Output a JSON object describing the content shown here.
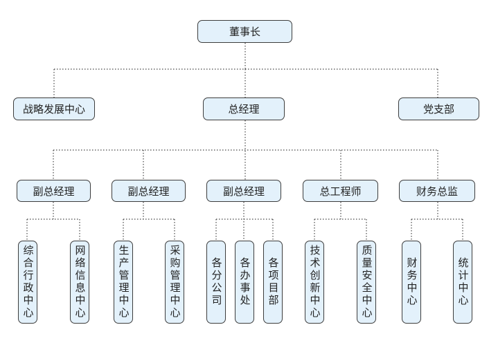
{
  "root": "董事长",
  "level1": {
    "left": "战略发展中心",
    "center": "总经理",
    "right": "党支部"
  },
  "level2": [
    "副总经理",
    "副总经理",
    "副总经理",
    "总工程师",
    "财务总监"
  ],
  "level3": [
    [
      "综合行政中心",
      "网络信息中心"
    ],
    [
      "生产管理中心",
      "采购管理中心"
    ],
    [
      "各分公司",
      "各办事处",
      "各项目部"
    ],
    [
      "技术创新中心",
      "质量安全中心"
    ],
    [
      "财务中心",
      "统计中心"
    ]
  ]
}
